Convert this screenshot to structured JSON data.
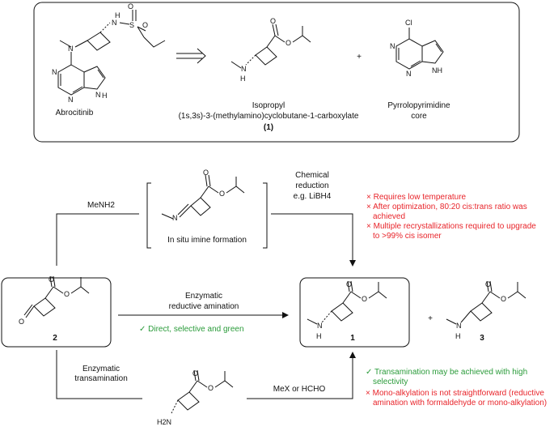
{
  "retro": {
    "abrocitinib": "Abrocitinib",
    "compound1_name_line1": "Isopropyl",
    "compound1_name_line2": "(1s,3s)-3-(methylamino)cyclobutane-1-carboxylate",
    "compound1_ref": "(1)",
    "plus": "+",
    "core_line1": "Pyrrolopyrimidine",
    "core_line2": "core"
  },
  "routes": {
    "menh2": "MeNH2",
    "chem_red_line1": "Chemical",
    "chem_red_line2": "reduction",
    "chem_red_line3": "e.g. LiBH4",
    "imine_caption": "In situ imine formation",
    "enz_red_line1": "Enzymatic",
    "enz_red_line2": "reductive amination",
    "enz_red_pro": "✓ Direct, selective and green",
    "enz_trans_line1": "Enzymatic",
    "enz_trans_line2": "transamination",
    "mex": "MeX or HCHO",
    "ketone_ref": "2",
    "product1_ref": "1",
    "product3_ref": "3",
    "plus": "+"
  },
  "chem_cons": [
    "× Requires low temperature",
    "× After optimization, 80:20 cis:trans ratio was",
    "achieved",
    "× Multiple recrystallizations required to upgrade",
    "to >99% cis isomer"
  ],
  "trans_notes": {
    "pro_line1": "✓ Transamination may be achieved with high",
    "pro_line2": "selectivity",
    "con_line1": "× Mono-alkylation is not straightforward (reductive",
    "con_line2": "amination with formaldehyde or mono-alkylation)"
  },
  "atoms": {
    "N": "N",
    "H": "H",
    "S": "S",
    "O": "O",
    "Cl": "Cl",
    "NH": "NH",
    "H2N": "H2N"
  },
  "colors": {
    "con": "#e8242a",
    "pro": "#2a9b3a",
    "ink": "#111111"
  }
}
